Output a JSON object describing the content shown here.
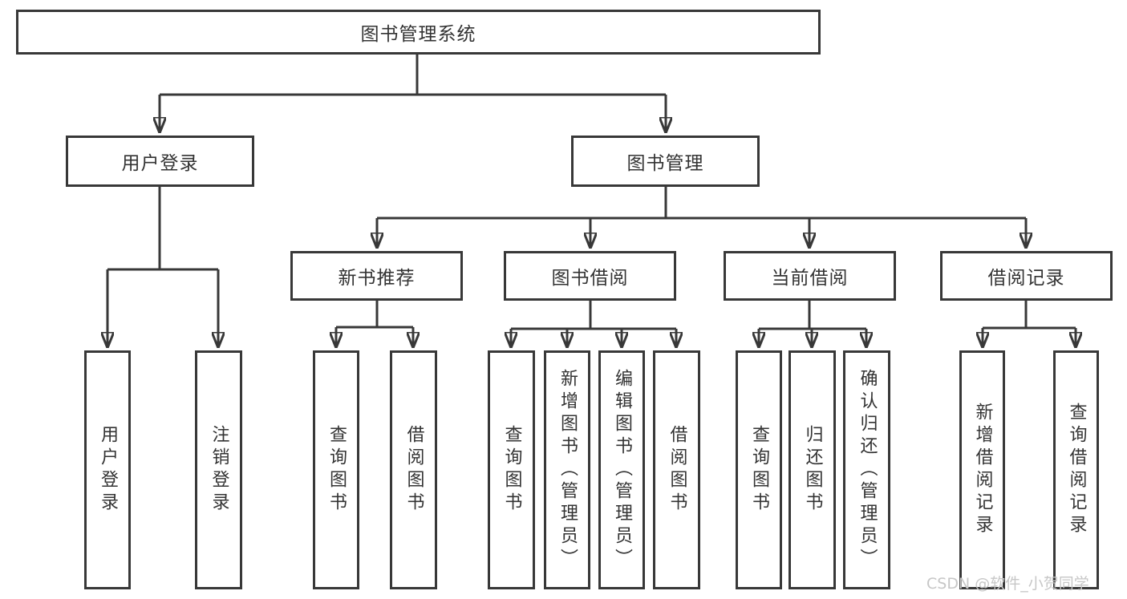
{
  "diagram_type": "hierarchy-tree",
  "root": {
    "label": "图书管理系统",
    "children": [
      {
        "label": "用户登录",
        "children": [
          {
            "label": "用户登录"
          },
          {
            "label": "注销登录"
          }
        ]
      },
      {
        "label": "图书管理",
        "children": [
          {
            "label": "新书推荐",
            "children": [
              {
                "label": "查询图书"
              },
              {
                "label": "借阅图书"
              }
            ]
          },
          {
            "label": "图书借阅",
            "children": [
              {
                "label": "查询图书"
              },
              {
                "label": "新增图书（管理员）"
              },
              {
                "label": "编辑图书（管理员）"
              },
              {
                "label": "借阅图书"
              }
            ]
          },
          {
            "label": "当前借阅",
            "children": [
              {
                "label": "查询图书"
              },
              {
                "label": "归还图书"
              },
              {
                "label": "确认归还（管理员）"
              }
            ]
          },
          {
            "label": "借阅记录",
            "children": [
              {
                "label": "新增借阅记录"
              },
              {
                "label": "查询借阅记录"
              }
            ]
          }
        ]
      }
    ]
  },
  "watermark": {
    "text": "CSDN @软件_小贺同学",
    "color": "#c7c7c7"
  },
  "colors": {
    "line": "#383838",
    "box_border": "#383838",
    "text": "#333333",
    "background": "#ffffff"
  }
}
